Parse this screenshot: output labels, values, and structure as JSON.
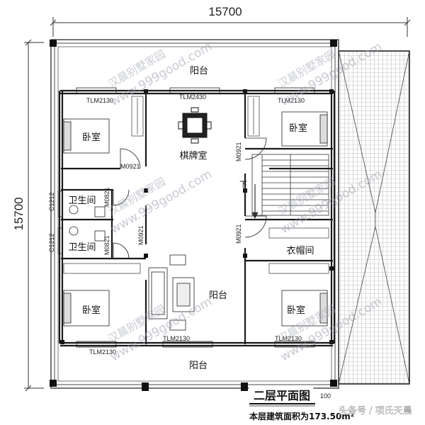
{
  "dimensions": {
    "top": "15700",
    "left": "15700"
  },
  "rooms": {
    "balcony_top": "阳台",
    "bedroom_top_left": "卧室",
    "chess_room": "棋牌室",
    "bedroom_top_right": "卧室",
    "bathroom_1": "卫生间",
    "bathroom_2": "卫生间",
    "cloakroom": "衣帽间",
    "bedroom_bottom_left": "卧室",
    "balcony_middle": "阳台",
    "bedroom_bottom_right": "卧室",
    "balcony_bottom": "阳台"
  },
  "codes": {
    "tlm2130_a": "TLM2130",
    "tlm2430": "TLM2430",
    "tlm2130_b": "TLM2130",
    "m0921_a": "M0921",
    "m0921_b": "M0921",
    "m0821": "M0821",
    "m0921_c": "M0921",
    "m0921_d": "M0921",
    "m0821_b": "M0821",
    "c1212_a": "C1212",
    "c1212_b": "C1212",
    "tlm2130_c": "TLM2130",
    "tlm2130_d": "TLM2130",
    "tlm2130_e": "TLM2130"
  },
  "stair_mark": "下",
  "title": {
    "main": "二层平面图",
    "scale": "100",
    "area_note": "本层建筑面积为173.50m²"
  },
  "watermark": {
    "text": "汉晨别墅家园",
    "url": "www.999good.com"
  },
  "source_credit": "头条号 / 项氏天晨",
  "colors": {
    "line": "#1a1a1a",
    "roof": "#8a8a8a",
    "stair": "#333333",
    "watermark": "#9aa0ad"
  }
}
